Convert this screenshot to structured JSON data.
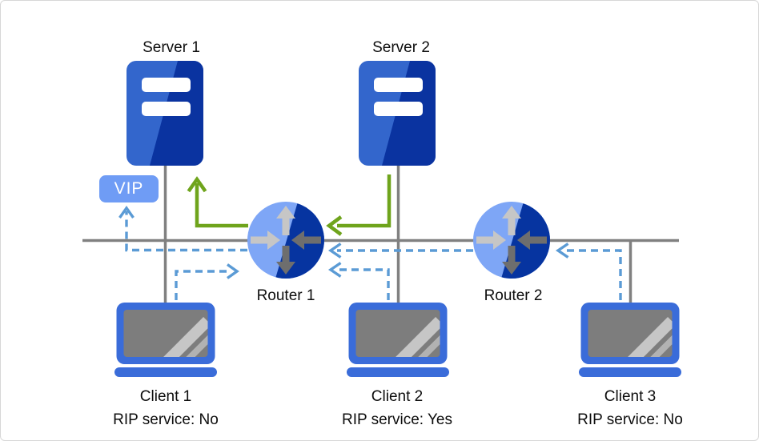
{
  "diagram": {
    "type": "network-topology",
    "nodes": {
      "server1": {
        "label": "Server 1",
        "kind": "server"
      },
      "server2": {
        "label": "Server 2",
        "kind": "server"
      },
      "router1": {
        "label": "Router 1",
        "kind": "router"
      },
      "router2": {
        "label": "Router 2",
        "kind": "router"
      },
      "client1": {
        "label": "Client 1",
        "rip_service": "RIP service: No"
      },
      "client2": {
        "label": "Client 2",
        "rip_service": "RIP service: Yes"
      },
      "client3": {
        "label": "Client 3",
        "rip_service": "RIP service: No"
      },
      "vip": {
        "label": "VIP",
        "kind": "virtual-ip-badge"
      }
    },
    "links": [
      {
        "from": "server1",
        "to": "network-bus",
        "style": "solid-gray"
      },
      {
        "from": "server2",
        "to": "network-bus",
        "style": "solid-gray"
      },
      {
        "from": "client1",
        "to": "network-bus",
        "style": "solid-gray"
      },
      {
        "from": "client2",
        "to": "network-bus",
        "style": "solid-gray"
      },
      {
        "from": "client3",
        "to": "network-bus",
        "style": "solid-gray"
      }
    ],
    "flows": [
      {
        "from": "client1",
        "to": "router1",
        "style": "dashed-blue-arrow"
      },
      {
        "from": "client2",
        "to": "router1",
        "style": "dashed-blue-arrow"
      },
      {
        "from": "client3",
        "to": "router2",
        "style": "dashed-blue-arrow"
      },
      {
        "from": "router2",
        "to": "router1",
        "style": "dashed-blue-arrow"
      },
      {
        "from": "router1",
        "to": "vip",
        "style": "dashed-blue-arrow"
      },
      {
        "from": "server2",
        "to": "router1",
        "style": "solid-green-arrow"
      },
      {
        "from": "router1",
        "to": "server1",
        "style": "solid-green-arrow"
      }
    ],
    "colors": {
      "server_blue_light": "#3366CC",
      "server_blue_dark": "#0A33A0",
      "router_blue_light": "#7EA6F6",
      "router_blue_dark": "#0634A0",
      "laptop_blue": "#3A6CD9",
      "screen_gray": "#7D7D7D",
      "line_gray": "#808080",
      "dashed_flow_blue": "#5B9BD5",
      "flow_green": "#6FA41C",
      "vip_fill": "#6F9CF5",
      "router_arrow_light": "#C6C6C6",
      "router_arrow_dark": "#6E6E6E"
    }
  }
}
